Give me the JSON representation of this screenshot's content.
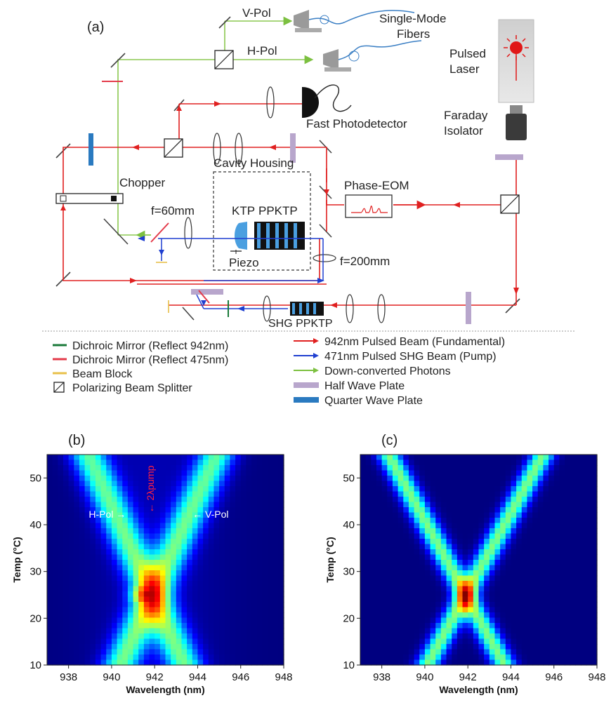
{
  "panel_a": {
    "panel_label": "(a)",
    "labels": {
      "v_pol": "V-Pol",
      "h_pol": "H-Pol",
      "single_mode_line1": "Single-Mode",
      "single_mode_line2": "Fibers",
      "pulsed_laser_line1": "Pulsed",
      "pulsed_laser_line2": "Laser",
      "faraday_line1": "Faraday",
      "faraday_line2": "Isolator",
      "fast_photodetector": "Fast Photodetector",
      "chopper": "Chopper",
      "cavity_housing": "Cavity Housing",
      "phase_eom": "Phase-EOM",
      "f60": "f=60mm",
      "ktp": "KTP",
      "ppktp": "PPKTP",
      "piezo": "Piezo",
      "f200": "f=200mm",
      "shg_ppktp": "SHG PPKTP"
    },
    "legend_left": [
      {
        "label": "Dichroic Mirror (Reflect 942nm)",
        "color": "#1a7a3a",
        "icon": "line"
      },
      {
        "label": "Dichroic Mirror (Reflect 475nm)",
        "color": "#e33a4a",
        "icon": "line"
      },
      {
        "label": "Beam Block",
        "color": "#e8c04a",
        "icon": "line"
      },
      {
        "label": "Polarizing Beam Splitter",
        "color": "#222222",
        "icon": "box"
      }
    ],
    "legend_right": [
      {
        "label": "942nm Pulsed Beam (Fundamental)",
        "color": "#e02020",
        "icon": "arrow"
      },
      {
        "label": "471nm Pulsed SHG Beam (Pump)",
        "color": "#1f3fd0",
        "icon": "arrow"
      },
      {
        "label": "Down-converted Photons",
        "color": "#7cc040",
        "icon": "arrow"
      },
      {
        "label": "Half Wave Plate",
        "color": "#b8a6cc",
        "icon": "bar"
      },
      {
        "label": "Quarter Wave Plate",
        "color": "#2a7ac0",
        "icon": "bar"
      }
    ],
    "colors": {
      "red_beam": "#e02020",
      "blue_beam": "#1f3fd0",
      "green_beam": "#8cc850"
    }
  },
  "chart_data": [
    {
      "type": "heatmap",
      "panel_label": "(b)",
      "xlabel": "Wavelength (nm)",
      "ylabel": "Temp (°C)",
      "xlim": [
        937,
        948
      ],
      "ylim": [
        10,
        55
      ],
      "xticks": [
        938,
        940,
        942,
        944,
        946,
        948
      ],
      "yticks": [
        10,
        20,
        30,
        40,
        50
      ],
      "annotations": [
        {
          "text": "H-Pol →",
          "x": 939.8,
          "y": 41.5,
          "color": "#ffffff"
        },
        {
          "text": "← V-Pol",
          "x": 944.6,
          "y": 41.5,
          "color": "#ffffff"
        },
        {
          "text": "← 2λpump",
          "x": 941.8,
          "y": 44,
          "color": "#ff2040",
          "rotated": true
        }
      ],
      "ridges": {
        "center": 941.9,
        "crossing_temp": 25,
        "slope_nm_per_C": 0.1,
        "width_nm": 0.85
      },
      "peak": {
        "x": 941.7,
        "y": 25,
        "value": 1.0
      },
      "colormap": "jet"
    },
    {
      "type": "heatmap",
      "panel_label": "(c)",
      "xlabel": "Wavelength (nm)",
      "ylabel": "Temp (°C)",
      "xlim": [
        937,
        948
      ],
      "ylim": [
        10,
        55
      ],
      "xticks": [
        938,
        940,
        942,
        944,
        946,
        948
      ],
      "yticks": [
        10,
        20,
        30,
        40,
        50
      ],
      "annotations": [],
      "ridges": {
        "center": 941.9,
        "crossing_temp": 25,
        "slope_nm_per_C": 0.12,
        "width_nm": 0.55
      },
      "peak": {
        "x": 941.9,
        "y": 24.5,
        "value": 1.0
      },
      "colormap": "jet"
    }
  ]
}
